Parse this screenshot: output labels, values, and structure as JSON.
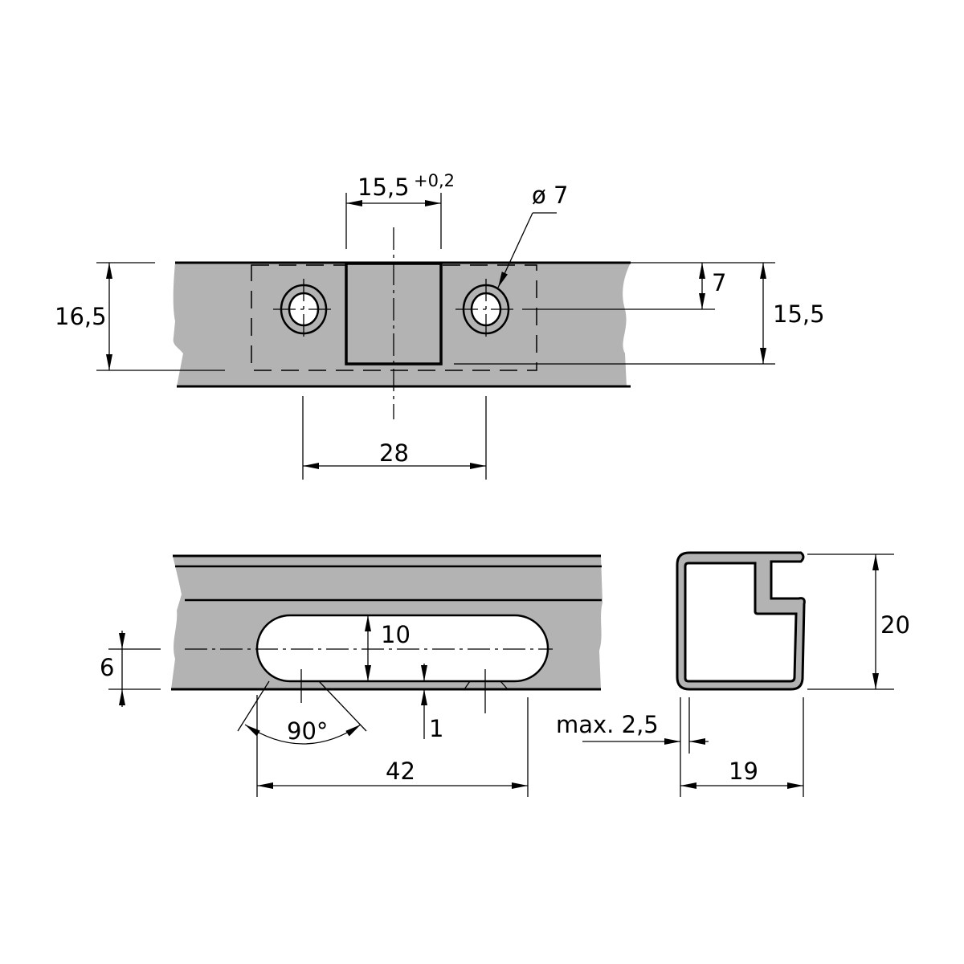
{
  "top_view": {
    "slot_width": "15,5",
    "slot_tolerance": "+0,2",
    "hole_diameter": "ø 7",
    "hole_center_height": "7",
    "slot_depth": "15,5",
    "bar_height": "16,5",
    "hole_spacing": "28"
  },
  "bottom_view": {
    "slot_height": "10",
    "center_height": "6",
    "chamfer_angle": "90°",
    "web_thickness": "1",
    "slot_length": "42"
  },
  "profile_view": {
    "wall_thickness": "max. 2,5",
    "profile_width": "19",
    "profile_height": "20"
  },
  "colors": {
    "part_fill": "#b3b3b3",
    "line": "#000000"
  }
}
